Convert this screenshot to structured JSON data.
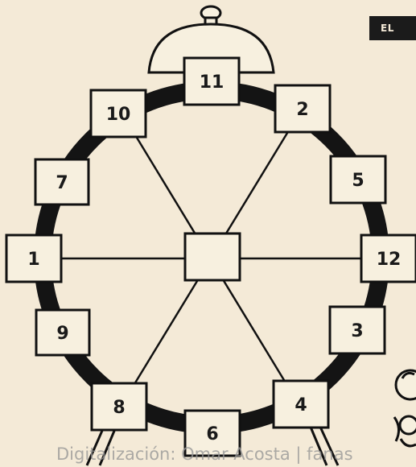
{
  "header_tag": "EL",
  "puzzle": {
    "center_cell": "",
    "cells": [
      {
        "id": "top",
        "label": "11"
      },
      {
        "id": "upper-left",
        "label": "10"
      },
      {
        "id": "upper-right",
        "label": "2"
      },
      {
        "id": "left-high",
        "label": "7"
      },
      {
        "id": "right-high",
        "label": "5"
      },
      {
        "id": "left",
        "label": "1"
      },
      {
        "id": "right",
        "label": "12"
      },
      {
        "id": "left-low",
        "label": "9"
      },
      {
        "id": "right-low",
        "label": "3"
      },
      {
        "id": "lower-left",
        "label": "8"
      },
      {
        "id": "lower-right",
        "label": "4"
      },
      {
        "id": "bottom",
        "label": "6"
      }
    ]
  },
  "watermark": "Digitalización: Omar Acosta | fanas"
}
